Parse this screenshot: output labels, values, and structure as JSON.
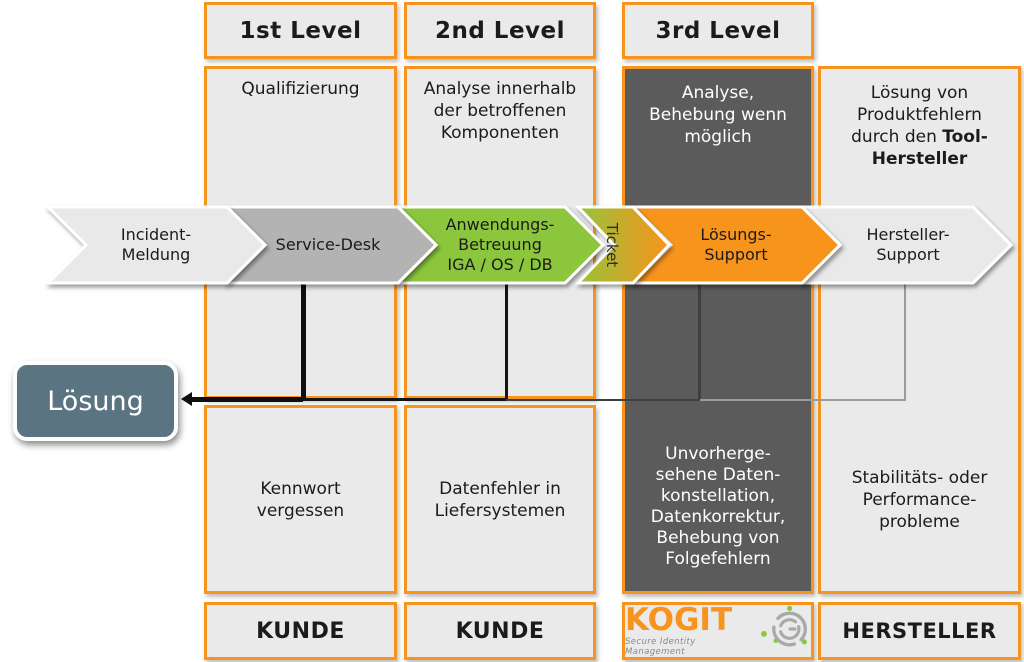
{
  "headers": {
    "level1": "1st Level",
    "level2": "2nd Level",
    "level3": "3rd Level"
  },
  "columns": {
    "level1": {
      "top": "Qualifizierung",
      "example": "Kennwort\nvergessen",
      "owner": "KUNDE"
    },
    "level2": {
      "top": "Analyse innerhalb\nder betroffenen\nKomponenten",
      "example": "Datenfehler in\nLiefersystemen",
      "owner": "KUNDE"
    },
    "level3": {
      "top": "Analyse,\nBehebung wenn\nmöglich",
      "example": "Unvorherge-\nsehene Daten-\nkonstellation,\nDatenkorrektur,\nBehebung von\nFolgefehlern"
    },
    "vendor": {
      "top_regular": "Lösung von\nProduktfehlern\ndurch den ",
      "top_bold": "Tool-\nHersteller",
      "example": "Stabilitäts- oder\nPerformance-\nprobleme",
      "owner": "HERSTELLER"
    }
  },
  "process": {
    "incident": "Incident-\nMeldung",
    "service_desk": "Service-Desk",
    "application_support": "Anwendungs-\nBetreuung\nIGA / OS / DB",
    "ticket": "Ticket",
    "solution_support": "Lösungs-\nSupport",
    "vendor_support": "Hersteller-\nSupport"
  },
  "solution": {
    "label": "Lösung"
  },
  "logo": {
    "name": "KOGIT",
    "tagline": "Secure Identity Management"
  },
  "colors": {
    "accent_orange": "#F7941D",
    "green": "#8CC63E",
    "dark_gray": "#5B5B5B",
    "slate_blue": "#5B7482",
    "light_gray": "#EAEAEA",
    "arrow_gray": "#B3B3B3"
  }
}
